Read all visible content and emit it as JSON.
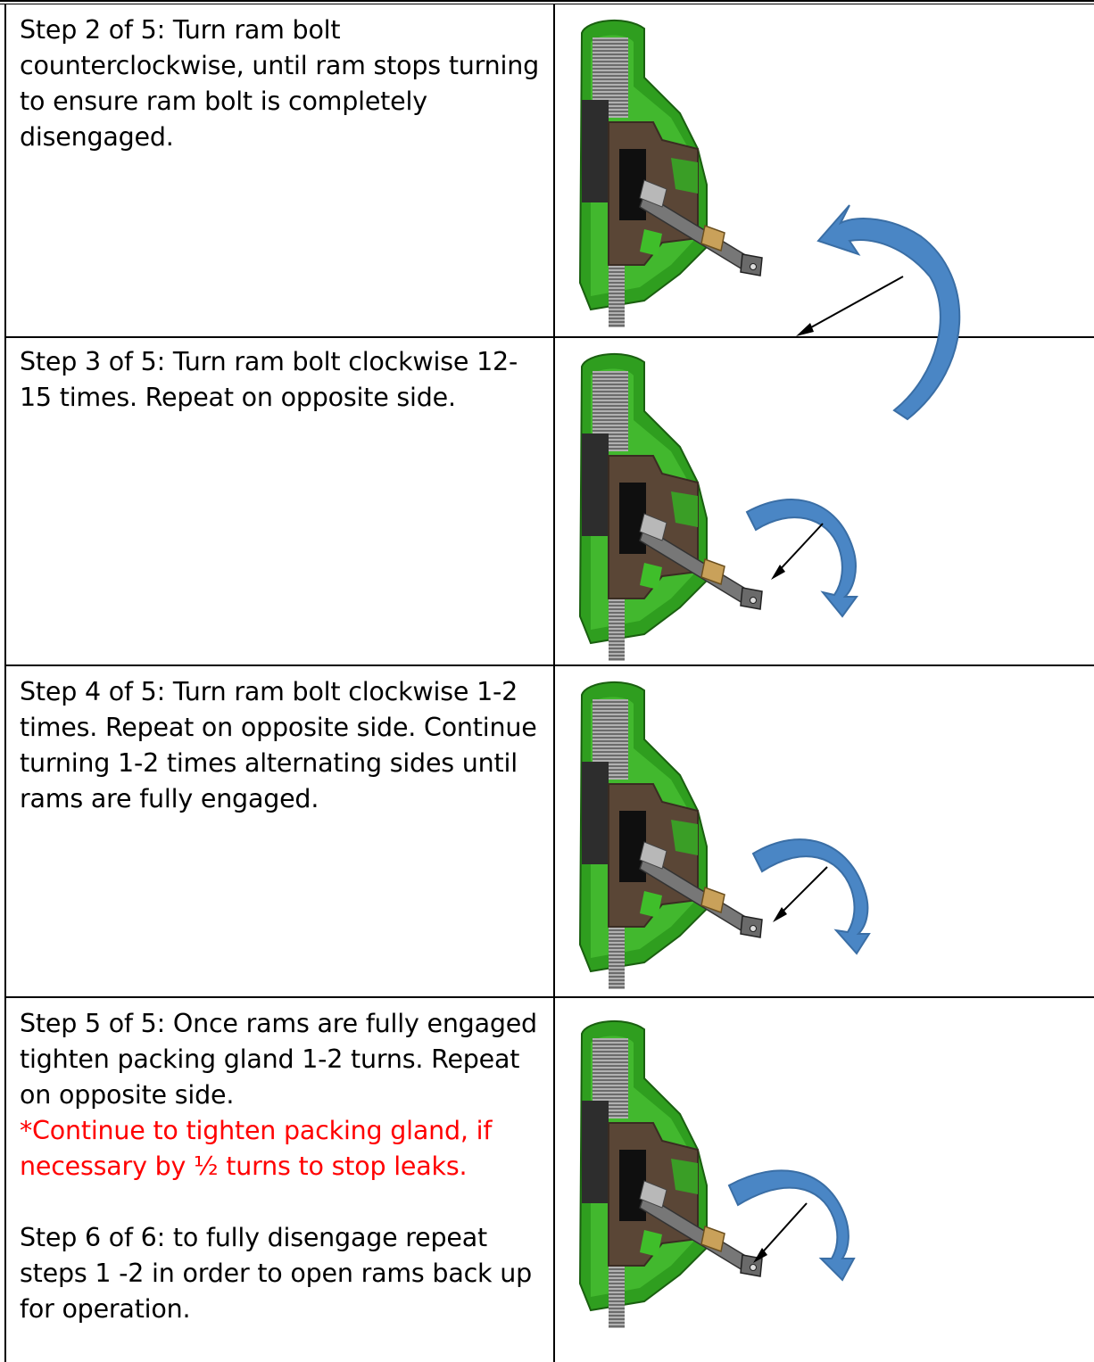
{
  "steps": [
    {
      "text": "Step 2 of 5:  Turn ram bolt counterclockwise, until ram stops turning to ensure ram bolt is completely disengaged.",
      "rotation": "counterclockwise"
    },
    {
      "text": "Step 3 of 5:  Turn ram bolt clockwise 12-15 times.  Repeat on opposite side.",
      "rotation": "clockwise"
    },
    {
      "text": "Step 4 of 5:  Turn ram bolt clockwise 1-2 times.  Repeat on opposite side.  Continue turning 1-2 times alternating sides until rams are fully engaged.",
      "rotation": "clockwise"
    },
    {
      "text": "Step 5 of 5:  Once rams are fully engaged tighten packing gland 1-2 turns.  Repeat on opposite side.",
      "warning": "*Continue to tighten packing gland, if necessary by ½ turns to stop leaks.",
      "followup": "Step 6 of 6: to fully disengage repeat steps 1 -2 in order to open rams back up for operation.",
      "rotation": "clockwise"
    }
  ],
  "colors": {
    "body_green": "#2f9e1f",
    "ram_brown": "#5a4636",
    "arrow_blue": "#4a86c5",
    "warning_red": "#ff0000"
  },
  "icons": {
    "illustration": "ram-assembly-cutaway",
    "rotation_arrow": "curved-arrow",
    "direction_arrow": "thin-black-arrow"
  }
}
